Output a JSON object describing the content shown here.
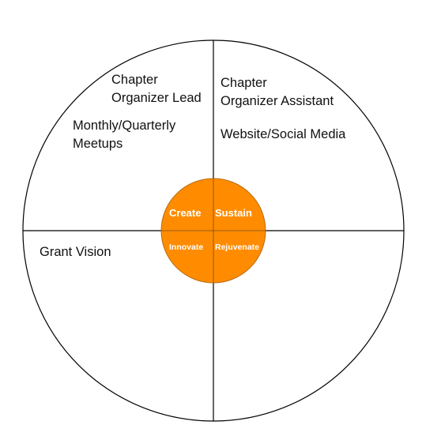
{
  "quadrants": {
    "top_left": {
      "role_line1": "Chapter",
      "role_line2": "Organizer Lead",
      "task_line1": "Monthly/Quarterly",
      "task_line2": "Meetups"
    },
    "top_right": {
      "role_line1": "Chapter",
      "role_line2": "Organizer Assistant",
      "task": "Website/Social Media"
    },
    "bottom_left": {
      "task": "Grant Vision"
    }
  },
  "center": {
    "top_left": "Create",
    "top_right": "Sustain",
    "bottom_left": "Innovate",
    "bottom_right": "Rejuvenate"
  },
  "colors": {
    "center_fill": "#FF8C00",
    "center_stroke": "#B86A10",
    "center_text": "#FFFFFF",
    "line": "#000000"
  }
}
